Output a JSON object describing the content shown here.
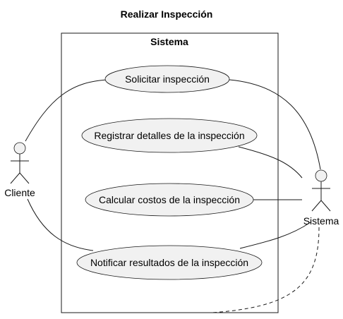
{
  "diagram": {
    "title": "Realizar Inspección",
    "system": {
      "label": "Sistema"
    },
    "actors": [
      {
        "label": "Cliente"
      },
      {
        "label": "Sistema"
      }
    ],
    "use_cases": [
      {
        "label": "Solicitar inspección"
      },
      {
        "label": "Registrar detalles de la inspección"
      },
      {
        "label": "Calcular costos de la inspección"
      },
      {
        "label": "Notificar resultados de la inspección"
      }
    ]
  }
}
